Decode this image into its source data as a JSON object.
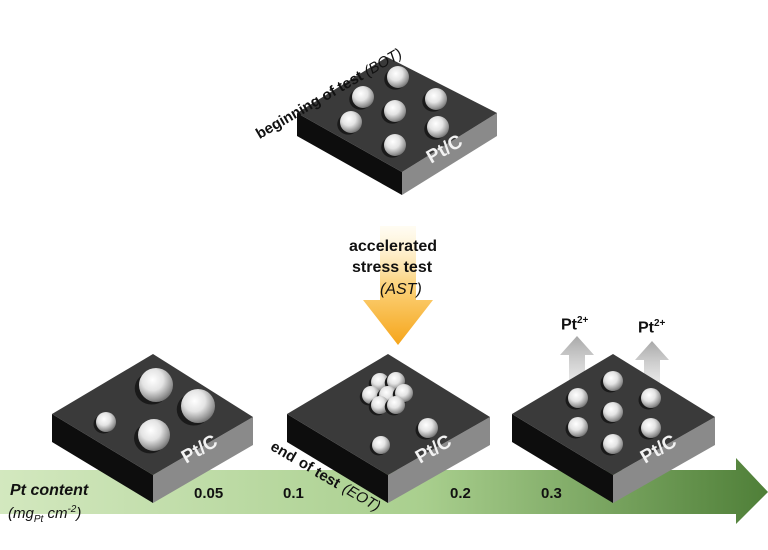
{
  "stages": {
    "bot_label": "beginning of test",
    "bot_abbr": "(BOT)",
    "eot_label": "end of test",
    "eot_abbr": "(EOT)",
    "ast_line1": "accelerated",
    "ast_line2": "stress test",
    "ast_abbr": "(AST)"
  },
  "block_label": "Pt/C",
  "dissolution_ion": "Pt",
  "dissolution_charge": "2+",
  "axis": {
    "label": "Pt content",
    "unit_prefix": "(mg",
    "unit_sub": "Pt",
    "unit_mid": " cm",
    "unit_sup": "-2",
    "unit_suffix": ")",
    "ticks": [
      "0.05",
      "0.1",
      "0.2",
      "0.3"
    ]
  },
  "colors": {
    "arrow_green_light": "#cfe5b8",
    "arrow_green_dark": "#4f7f38",
    "ast_arrow_orange": "#f6a51a",
    "block_top": "#3a3a3a",
    "block_left": "#0d0d0d",
    "block_right": "#8a8a8a"
  }
}
